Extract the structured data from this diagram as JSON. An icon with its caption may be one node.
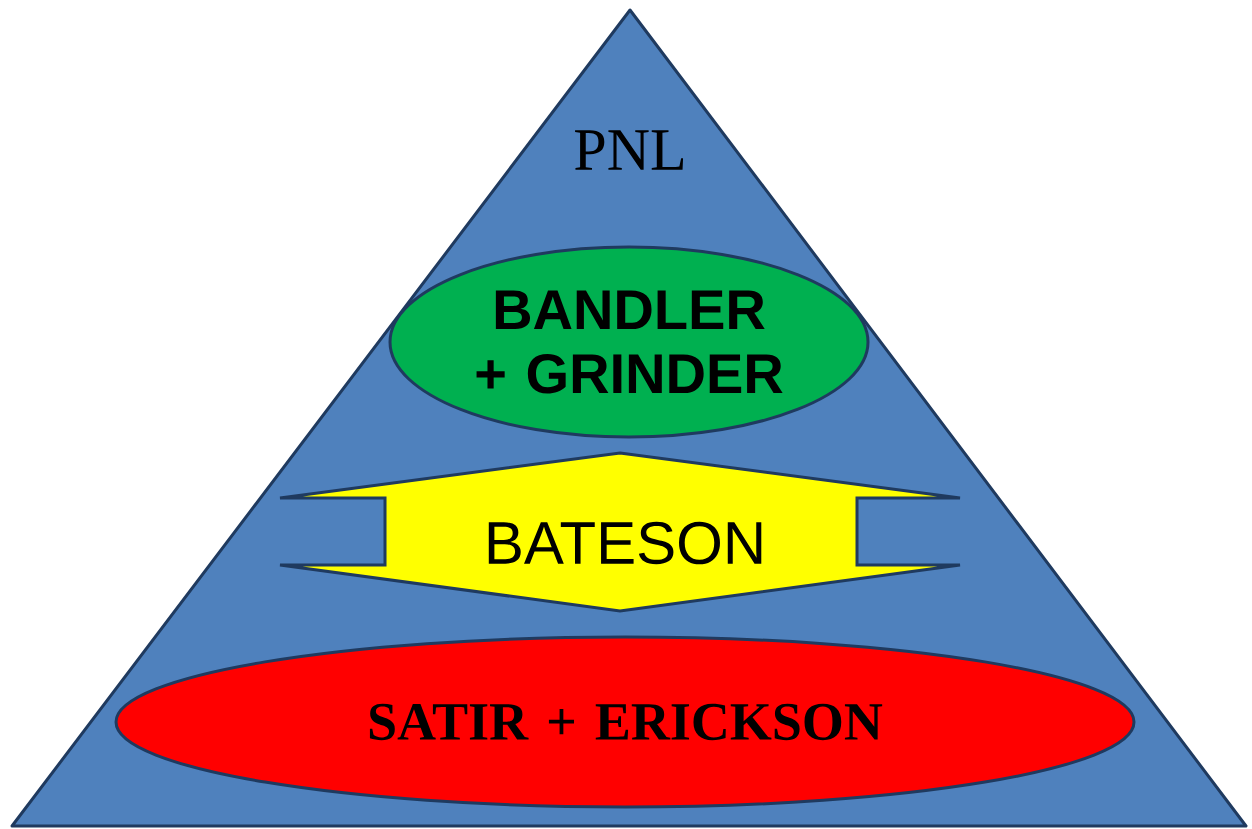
{
  "diagram": {
    "nodes": [
      {
        "text": [
          "PNL"
        ]
      },
      {
        "text": [
          "BANDLER + GRINDER"
        ],
        "in": 0
      },
      {
        "text": [
          "BATESON"
        ],
        "in": 0
      },
      {
        "text": [
          "SATIR + ERICKSON"
        ],
        "in": 0
      }
    ]
  }
}
